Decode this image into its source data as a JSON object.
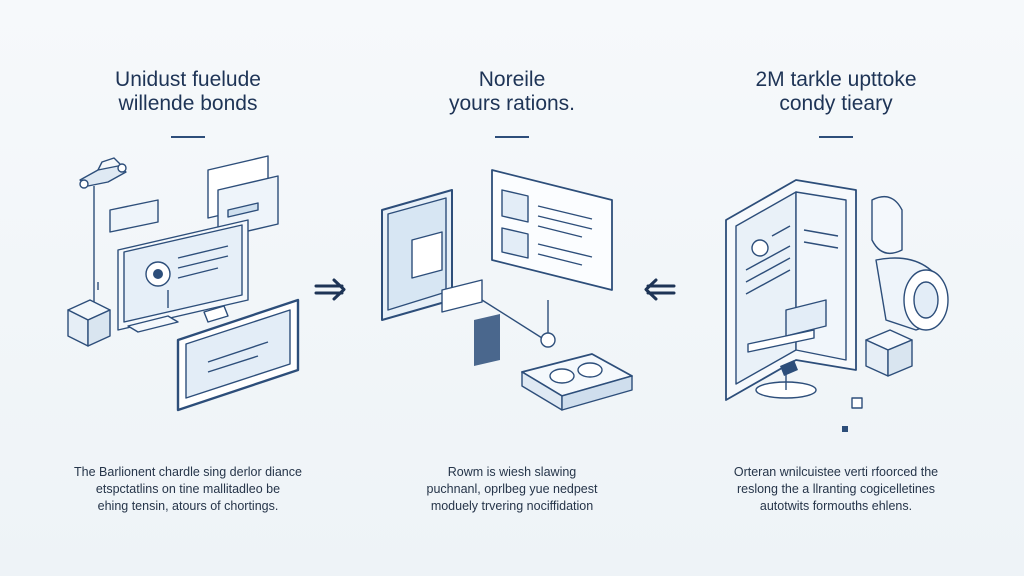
{
  "steps": [
    {
      "title": [
        "Unidust fuelude",
        "willende bonds"
      ],
      "description": [
        "The Barlionent chardle sing derlor diance",
        "etspctatlins on tine mallitadleo be",
        "ehing tensin, atours of chortings."
      ]
    },
    {
      "title": [
        "Noreile",
        "yours rations."
      ],
      "description": [
        "Rowm is wiesh slawing",
        "puchnanl, oprlbeg yue nedpest",
        "moduely trvering nociffidation"
      ]
    },
    {
      "title": [
        "2M tarkle upttoke",
        "condy tieary"
      ],
      "description": [
        "Orteran wnilcuistee verti rfoorced the",
        "reslong the a llranting cogicelletines",
        "autotwits formouths ehlens."
      ]
    }
  ],
  "colors": {
    "line": "#2d4e7a",
    "fill": "#e8f1f9",
    "accent": "#1e3456"
  },
  "arrows": [
    "arrow-right-icon",
    "arrow-left-icon"
  ]
}
